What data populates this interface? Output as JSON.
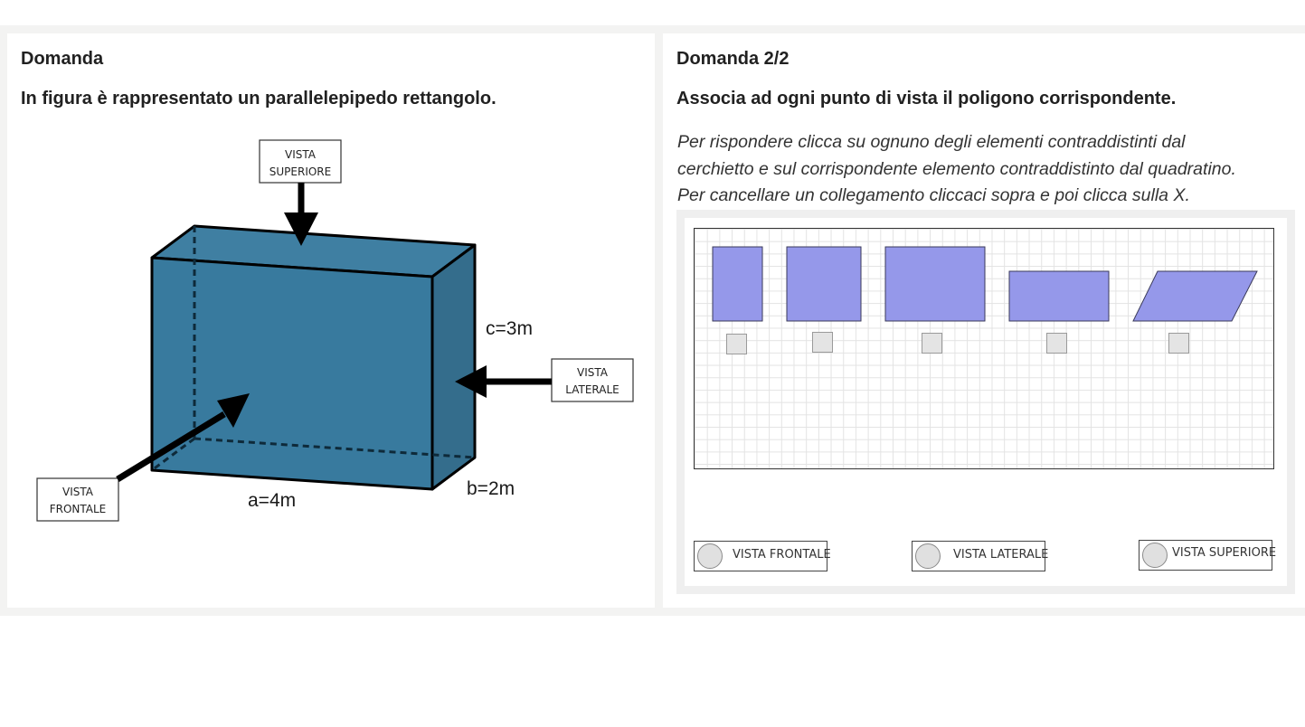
{
  "left_panel": {
    "title": "Domanda",
    "question": "In figura è rappresentato un parallelepipedo rettangolo.",
    "figure": {
      "labels": {
        "top_view_line1": "VISTA",
        "top_view_line2": "SUPERIORE",
        "side_view_line1": "VISTA",
        "side_view_line2": "LATERALE",
        "front_view_line1": "VISTA",
        "front_view_line2": "FRONTALE"
      },
      "dimensions": {
        "a": "a=4m",
        "b": "b=2m",
        "c": "c=3m"
      },
      "colors": {
        "box_front": "#387a9e",
        "box_top": "#3f7fa2",
        "box_side": "#346d8c"
      }
    }
  },
  "right_panel": {
    "title": "Domanda 2/2",
    "question": "Associa ad ogni punto di vista il poligono corrispondente.",
    "instructions": [
      "Per rispondere clicca su ognuno degli elementi contraddistinti dal",
      "cerchietto e sul corrispondente elemento contraddistinto dal quadratino.",
      "Per cancellare un collegamento cliccaci sopra e poi clicca sulla X."
    ],
    "shape_color": "#9598ea",
    "shapes": [
      {
        "kind": "rectangle"
      },
      {
        "kind": "square"
      },
      {
        "kind": "rectangle"
      },
      {
        "kind": "rectangle"
      },
      {
        "kind": "parallelogram"
      }
    ],
    "views": [
      {
        "label": "VISTA FRONTALE"
      },
      {
        "label": "VISTA LATERALE"
      },
      {
        "label": "VISTA SUPERIORE"
      }
    ]
  }
}
